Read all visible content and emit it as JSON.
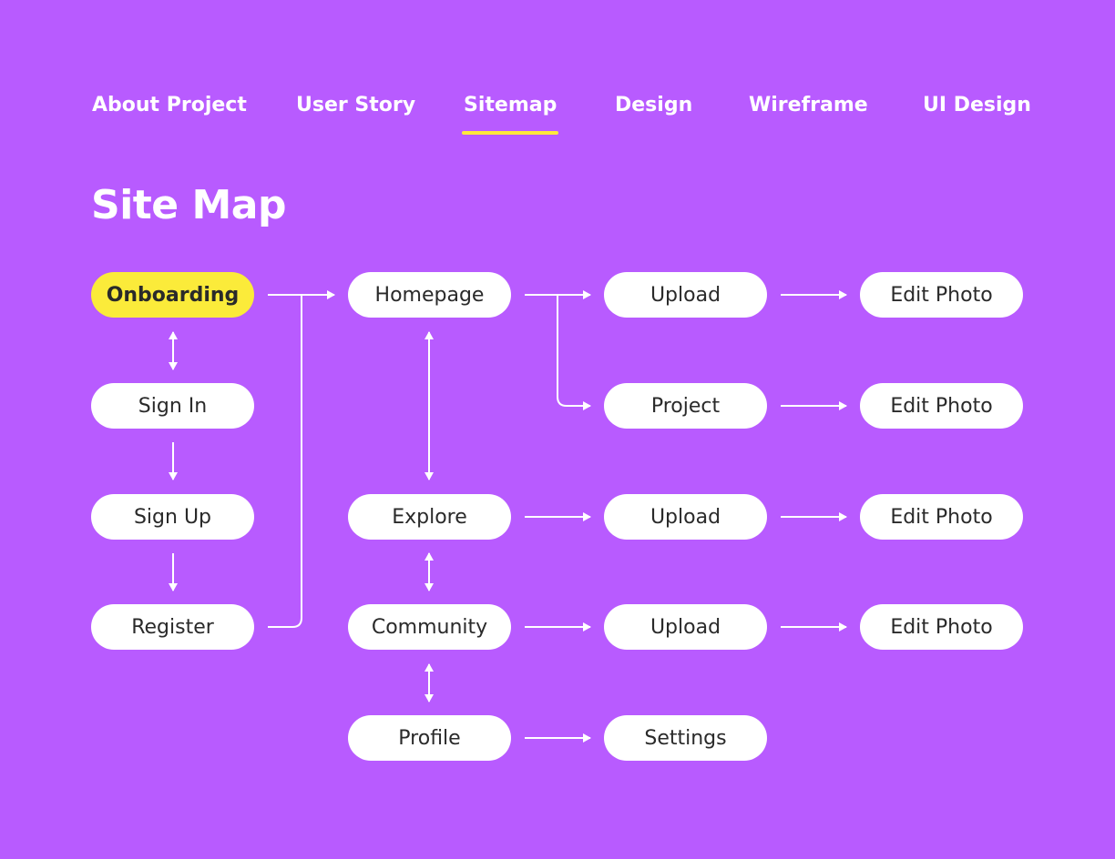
{
  "colors": {
    "background": "#b85bff",
    "active_underline": "#ffe93a",
    "node_fill": "#ffffff",
    "highlight_node": "#fbeb3a",
    "node_text": "#2a2a2a",
    "connector": "#ffffff"
  },
  "nav": {
    "tabs": [
      {
        "label": "About Project"
      },
      {
        "label": "User Story"
      },
      {
        "label": "Sitemap",
        "active": true
      },
      {
        "label": "Design"
      },
      {
        "label": "Wireframe"
      },
      {
        "label": "UI Design"
      }
    ]
  },
  "page_title": "Site Map",
  "sitemap": {
    "nodes": {
      "onboarding": "Onboarding",
      "sign_in": "Sign In",
      "sign_up": "Sign Up",
      "register": "Register",
      "homepage": "Homepage",
      "explore": "Explore",
      "community": "Community",
      "profile": "Profile",
      "upload_home": "Upload",
      "project": "Project",
      "upload_explore": "Upload",
      "upload_community": "Upload",
      "settings": "Settings",
      "edit_photo_1": "Edit Photo",
      "edit_photo_2": "Edit Photo",
      "edit_photo_3": "Edit Photo",
      "edit_photo_4": "Edit Photo"
    },
    "links": [
      {
        "from": "onboarding",
        "to": "sign_in",
        "type": "two-way"
      },
      {
        "from": "sign_in",
        "to": "sign_up",
        "type": "one-way"
      },
      {
        "from": "sign_up",
        "to": "register",
        "type": "one-way"
      },
      {
        "from": "onboarding",
        "to": "homepage",
        "type": "one-way"
      },
      {
        "from": "register",
        "to": "homepage",
        "type": "one-way"
      },
      {
        "from": "homepage",
        "to": "upload_home",
        "type": "one-way"
      },
      {
        "from": "homepage",
        "to": "project",
        "type": "one-way"
      },
      {
        "from": "upload_home",
        "to": "edit_photo_1",
        "type": "one-way"
      },
      {
        "from": "project",
        "to": "edit_photo_2",
        "type": "one-way"
      },
      {
        "from": "homepage",
        "to": "explore",
        "type": "two-way"
      },
      {
        "from": "explore",
        "to": "upload_explore",
        "type": "one-way"
      },
      {
        "from": "upload_explore",
        "to": "edit_photo_3",
        "type": "one-way"
      },
      {
        "from": "explore",
        "to": "community",
        "type": "two-way"
      },
      {
        "from": "community",
        "to": "upload_community",
        "type": "one-way"
      },
      {
        "from": "upload_community",
        "to": "edit_photo_4",
        "type": "one-way"
      },
      {
        "from": "community",
        "to": "profile",
        "type": "two-way"
      },
      {
        "from": "profile",
        "to": "settings",
        "type": "one-way"
      }
    ]
  }
}
